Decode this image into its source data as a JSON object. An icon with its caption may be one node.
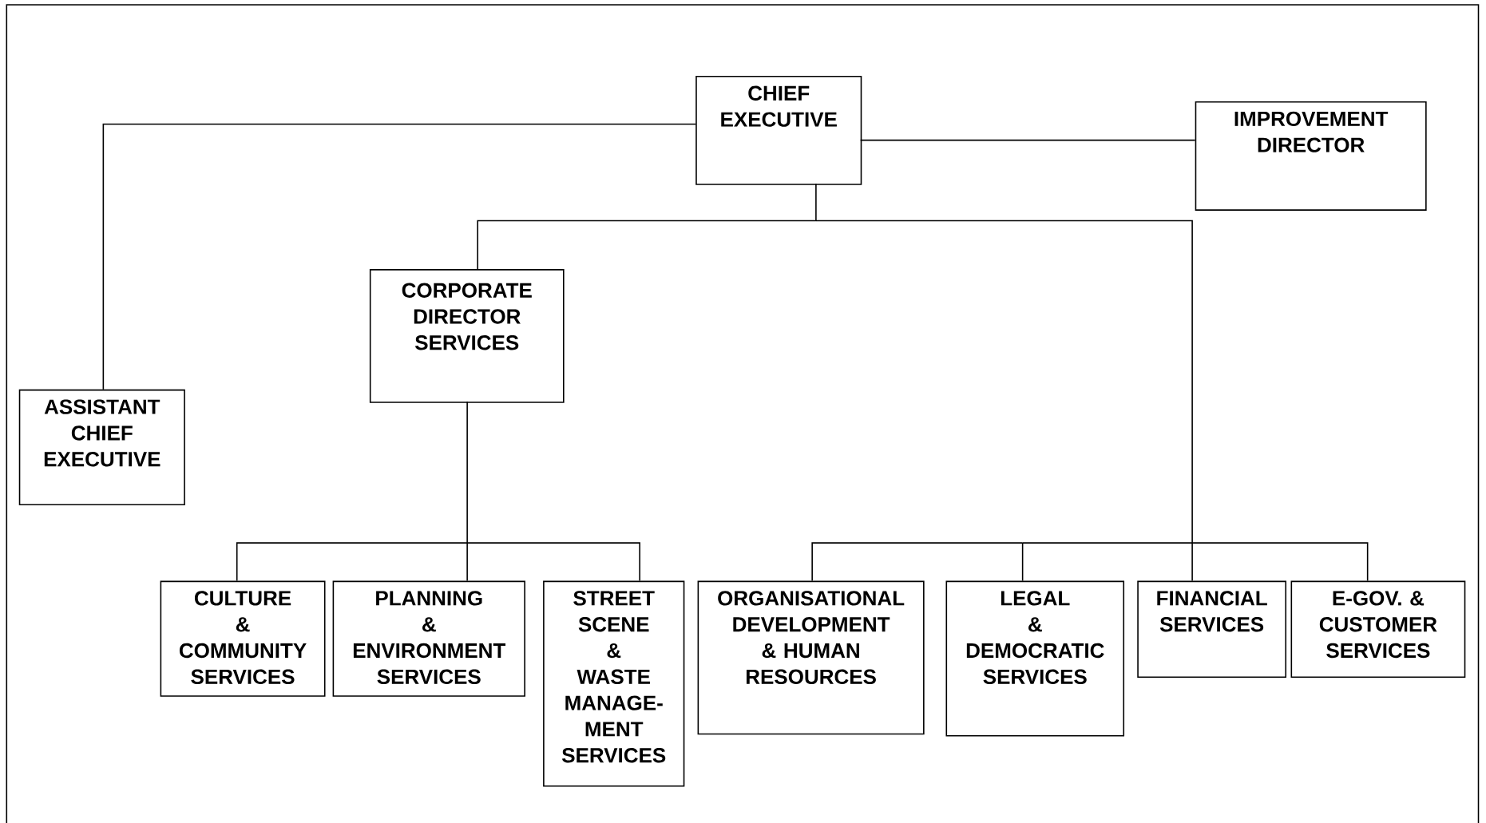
{
  "diagram": {
    "nodes": [
      {
        "text": [
          "CHIEF EXECUTIVE"
        ]
      },
      {
        "text": [
          "IMPROVEMENT DIRECTOR"
        ]
      },
      {
        "text": [
          "CORPORATE DIRECTOR SERVICES"
        ]
      },
      {
        "text": [
          "ASSISTANT CHIEF EXECUTIVE"
        ]
      },
      {
        "text": [
          "CULTURE & COMMUNITY SERVICES"
        ]
      },
      {
        "text": [
          "PLANNING & ENVIRONMENT SERVICES"
        ]
      },
      {
        "text": [
          "STREET SCENE & WASTE MANAGE- MENT SERVICES"
        ]
      },
      {
        "text": [
          "ORGANISATIONAL DEVELOPMENT & HUMAN RESOURCES"
        ]
      },
      {
        "text": [
          "LEGAL & DEMOCRATIC SERVICES"
        ]
      },
      {
        "text": [
          "FINANCIAL SERVICES"
        ]
      },
      {
        "text": [
          "E-GOV. & CUSTOMER SERVICES"
        ]
      }
    ],
    "edges": [
      {
        "from": 0,
        "to": 1,
        "arrow": "none"
      },
      {
        "from": 0,
        "to": 3,
        "arrow": "none"
      },
      {
        "from": 0,
        "to": 2,
        "arrow": "none"
      },
      {
        "from": 0,
        "to": 7,
        "arrow": "none"
      },
      {
        "from": 0,
        "to": 8,
        "arrow": "none"
      },
      {
        "from": 0,
        "to": 9,
        "arrow": "none"
      },
      {
        "from": 0,
        "to": 10,
        "arrow": "none"
      },
      {
        "from": 2,
        "to": 4,
        "arrow": "none"
      },
      {
        "from": 2,
        "to": 5,
        "arrow": "none"
      },
      {
        "from": 2,
        "to": 6,
        "arrow": "none"
      }
    ]
  }
}
